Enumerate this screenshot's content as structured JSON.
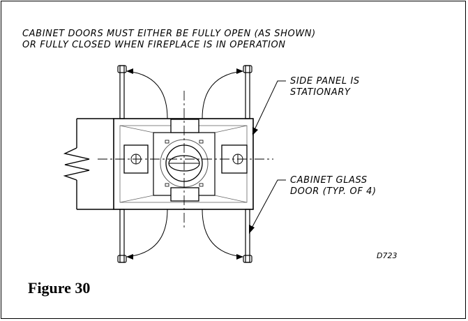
{
  "notes": {
    "line1": "CABINET DOORS MUST EITHER BE FULLY OPEN (AS SHOWN)",
    "line2": "OR FULLY CLOSED WHEN FIREPLACE IS IN OPERATION"
  },
  "callouts": {
    "side_panel_line1": "SIDE PANEL IS",
    "side_panel_line2": "STATIONARY",
    "glass_door_line1": "CABINET GLASS",
    "glass_door_line2": "DOOR (TYP. OF 4)"
  },
  "drawing_code": "D723",
  "figure_caption": "Figure 30"
}
